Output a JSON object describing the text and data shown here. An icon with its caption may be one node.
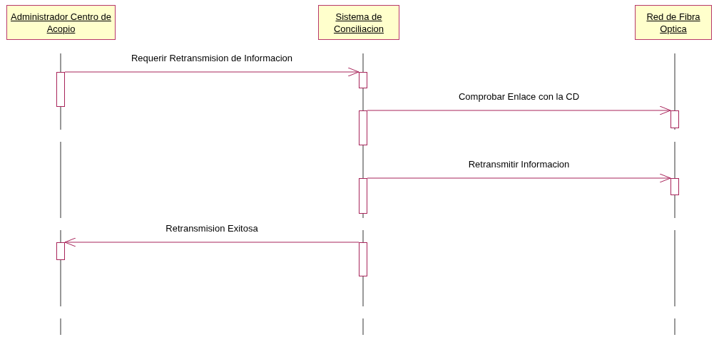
{
  "diagram": {
    "nodes": [
      {
        "text": [
          "Administrador Centro de Acopio"
        ]
      },
      {
        "text": [
          "Sistema de Conciliacion"
        ]
      },
      {
        "text": [
          "Red de Fibra Optica"
        ]
      },
      {
        "text": [],
        "shape": "bar"
      },
      {
        "text": [],
        "shape": "bar"
      },
      {
        "text": [],
        "shape": "bar"
      },
      {
        "text": [],
        "shape": "bar"
      },
      {
        "text": [],
        "shape": "bar"
      },
      {
        "text": [],
        "shape": "bar"
      },
      {
        "text": [],
        "shape": "bar"
      },
      {
        "text": [],
        "shape": "bar"
      }
    ],
    "edges": [
      {
        "from": 3,
        "to": 4,
        "arrow": "to",
        "label": "Requerir Retransmision de Informacion"
      },
      {
        "from": 5,
        "to": 6,
        "arrow": "to",
        "label": "Comprobar Enlace con la CD"
      },
      {
        "from": 7,
        "to": 8,
        "arrow": "to",
        "label": "Retransmitir Informacion"
      },
      {
        "from": 10,
        "to": 9,
        "arrow": "to",
        "label": "Retransmision Exitosa"
      }
    ]
  }
}
